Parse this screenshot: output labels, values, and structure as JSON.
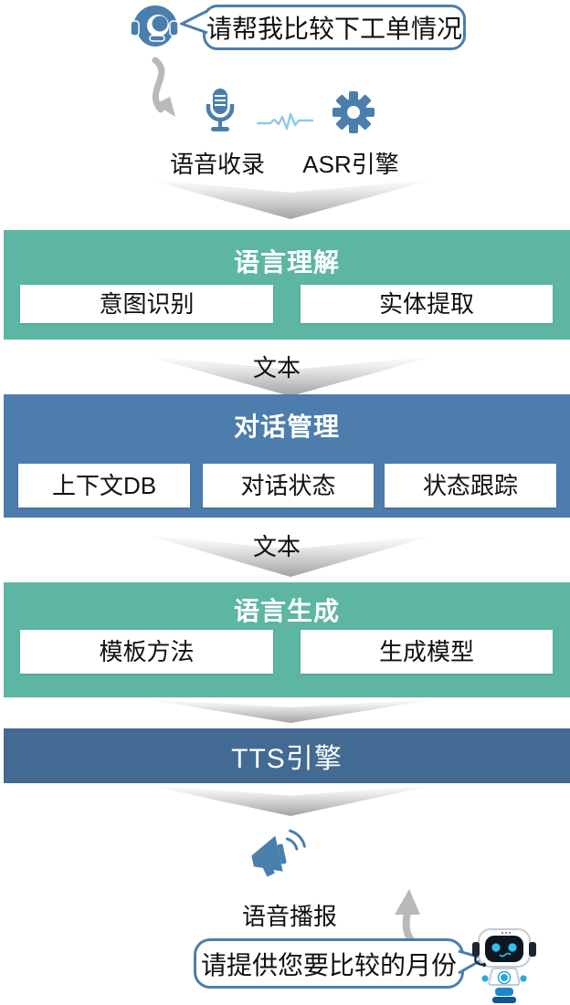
{
  "palette": {
    "icon_blue": "#4A7FAD",
    "stage_green": "#5CB6A2",
    "stage_blue": "#4D7DAD",
    "tts_dark_blue": "#426A93",
    "arrow_gray": "#B9B9B9",
    "waveform_blue": "#8EC9E9"
  },
  "user": {
    "bubble_text": "请帮我比较下工单情况"
  },
  "capture": {
    "record_label": "语音收录",
    "asr_label": "ASR引擎"
  },
  "flow": {
    "text_label_1": "文本",
    "text_label_2": "文本"
  },
  "stages": {
    "nlu": {
      "title": "语言理解",
      "items": [
        "意图识别",
        "实体提取"
      ]
    },
    "dm": {
      "title": "对话管理",
      "items": [
        "上下文DB",
        "对话状态",
        "状态跟踪"
      ]
    },
    "nlg": {
      "title": "语言生成",
      "items": [
        "模板方法",
        "生成模型"
      ]
    },
    "tts": {
      "title": "TTS引擎"
    }
  },
  "output": {
    "broadcast_label": "语音播报",
    "bot_bubble_text": "请提供您要比较的月份"
  },
  "icons": [
    "agent-headset-icon",
    "speech-bubble",
    "curved-arrow-down-icon",
    "microphone-icon",
    "waveform-icon",
    "gear-icon",
    "chevron-down-arrow",
    "megaphone-icon",
    "curved-arrow-up-icon",
    "robot-icon"
  ]
}
